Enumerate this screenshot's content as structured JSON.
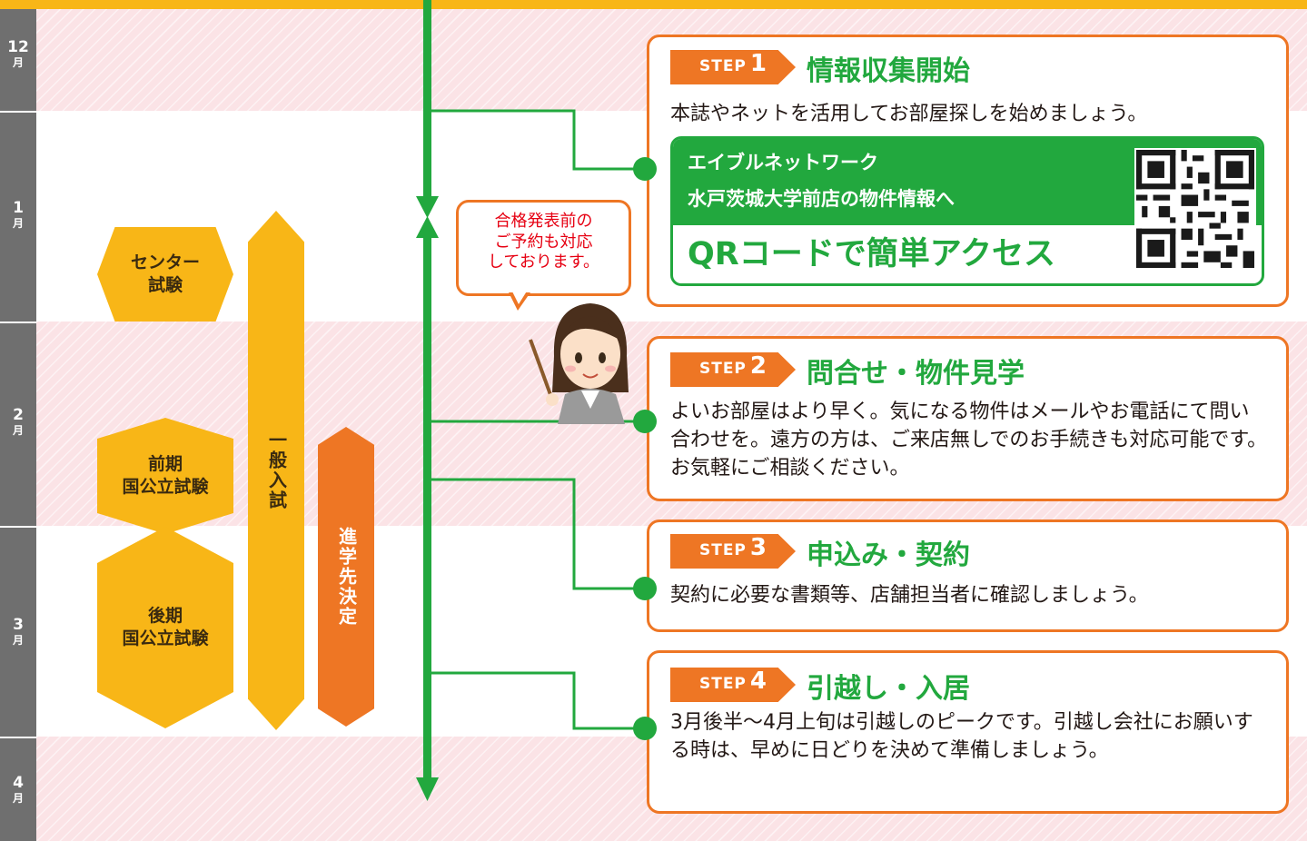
{
  "months": [
    {
      "num": "12",
      "unit": "月"
    },
    {
      "num": "1",
      "unit": "月"
    },
    {
      "num": "2",
      "unit": "月"
    },
    {
      "num": "3",
      "unit": "月"
    },
    {
      "num": "4",
      "unit": "月"
    }
  ],
  "exams": {
    "center": [
      "センター",
      "試験"
    ],
    "zenki": [
      "前期",
      "国公立試験"
    ],
    "koki": [
      "後期",
      "国公立試験"
    ],
    "ippan": "一般入試",
    "shingaku": "進学先決定"
  },
  "bubble": [
    "合格発表前の",
    "ご予約も対応",
    "しております。"
  ],
  "steps": [
    {
      "label": "STEP",
      "num": "1",
      "title": "情報収集開始",
      "body": "本誌やネットを活用してお部屋探しを始めましょう。"
    },
    {
      "label": "STEP",
      "num": "2",
      "title": "問合せ・物件見学",
      "body": "よいお部屋はより早く。気になる物件はメールやお電話にて問い合わせを。遠方の方は、ご来店無しでのお手続きも対応可能です。お気軽にご相談ください。"
    },
    {
      "label": "STEP",
      "num": "3",
      "title": "申込み・契約",
      "body": "契約に必要な書類等、店舗担当者に確認しましょう。"
    },
    {
      "label": "STEP",
      "num": "4",
      "title": "引越し・入居",
      "body": "3月後半～4月上旬は引越しのピークです。引越し会社にお願いする時は、早めに日どりを決めて準備しましょう。"
    }
  ],
  "qr": {
    "line1": "エイブルネットワーク",
    "line2": "水戸茨城大学前店の物件情報へ",
    "access": "QRコードで簡単アクセス"
  },
  "colors": {
    "accent_orange": "#ee7624",
    "accent_green": "#22a83e",
    "exam_yellow": "#f8b617"
  }
}
